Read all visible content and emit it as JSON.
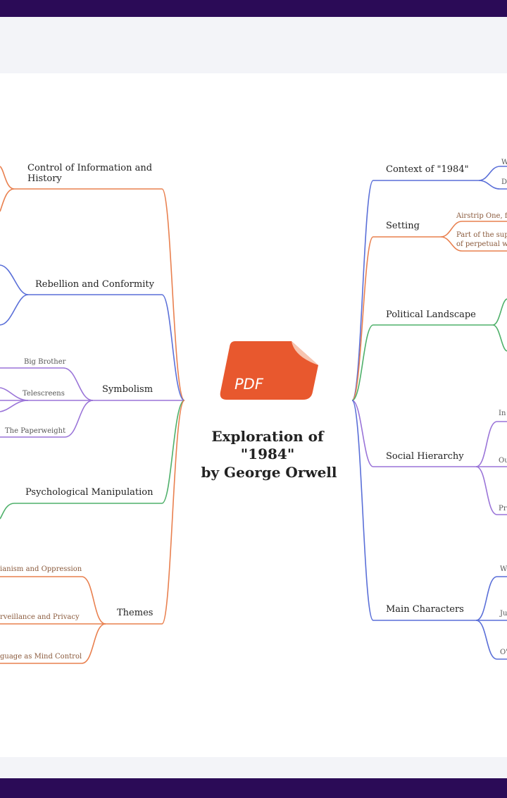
{
  "colors": {
    "frame": "#2b0b57",
    "band": "#f3f4f8",
    "orange": "#e9804f",
    "blue": "#5a6fd8",
    "purple": "#9a74d8",
    "green": "#4fb06a",
    "pdf_badge": "#e8582e"
  },
  "central": {
    "icon": "pdf-file-icon",
    "badge_text": "PDF",
    "title_lines": [
      "Exploration of",
      "\"1984\"",
      "by George Orwell"
    ]
  },
  "left": {
    "control": {
      "label_lines": [
        "Control of Information and",
        "History"
      ]
    },
    "rebellion": {
      "label": "Rebellion and Conformity"
    },
    "symbolism": {
      "label": "Symbolism",
      "children": [
        "Big Brother",
        "Telescreens",
        "The Paperweight"
      ]
    },
    "psychological": {
      "label": "Psychological Manipulation"
    },
    "themes": {
      "label": "Themes",
      "children": [
        "ianism and Oppression",
        "rveillance and Privacy",
        "guage as Mind Control"
      ]
    }
  },
  "right": {
    "context": {
      "label": "Context of \"1984\"",
      "children": [
        "W",
        "D"
      ]
    },
    "setting": {
      "label": "Setting",
      "children": [
        "Airstrip One, f",
        "Part of the sup",
        "of perpetual w"
      ]
    },
    "political": {
      "label": "Political Landscape"
    },
    "social": {
      "label": "Social Hierarchy",
      "children": [
        "In",
        "Ou",
        "Pr"
      ]
    },
    "characters": {
      "label": "Main Characters",
      "children": [
        "W",
        "Ju",
        "O'"
      ]
    }
  }
}
